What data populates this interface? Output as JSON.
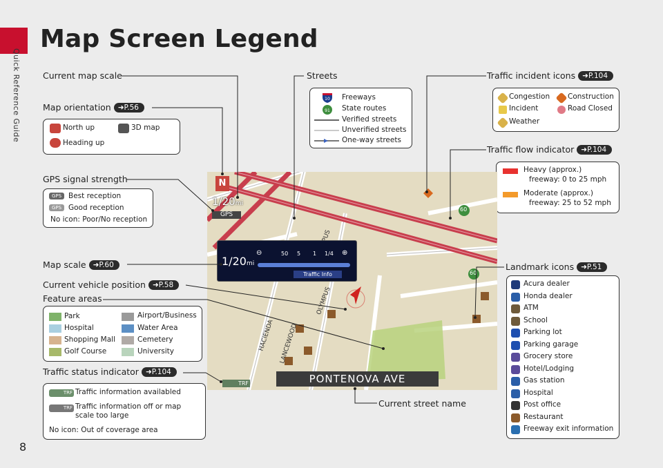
{
  "sidebar": {
    "section_label": "Quick Reference Guide"
  },
  "page_number": "8",
  "title": "Map Screen Legend",
  "callouts": {
    "current_map_scale": "Current map scale",
    "map_orientation": "Map orientation",
    "map_orientation_ref": "P.56",
    "gps_signal": "GPS signal strength",
    "map_scale": "Map scale",
    "map_scale_ref": "P.60",
    "current_vehicle": "Current vehicle position",
    "current_vehicle_ref": "P.58",
    "feature_areas": "Feature areas",
    "traffic_status": "Traffic status indicator",
    "traffic_status_ref": "P.104",
    "streets": "Streets",
    "traffic_incident": "Traffic incident icons",
    "traffic_incident_ref": "P.104",
    "traffic_flow": "Traffic flow indicator",
    "traffic_flow_ref": "P.104",
    "landmark": "Landmark icons",
    "landmark_ref": "P.51",
    "current_street": "Current street name"
  },
  "orientation_box": {
    "north_up": "North up",
    "map_3d": "3D map",
    "heading_up": "Heading up"
  },
  "gps_box": {
    "best": "Best reception",
    "good": "Good reception",
    "none": "No icon: Poor/No reception",
    "badge": "GPS"
  },
  "feature_box": {
    "left": [
      "Park",
      "Hospital",
      "Shopping Mall",
      "Golf Course"
    ],
    "right": [
      "Airport/Business",
      "Water Area",
      "Cemetery",
      "University"
    ],
    "colors_left": [
      "#7fb36a",
      "#a9cfe0",
      "#d6b38f",
      "#a7b96a"
    ],
    "colors_right": [
      "#9a9a9a",
      "#5c8fc4",
      "#b0aaa6",
      "#b9d4bc"
    ]
  },
  "traffic_status_box": {
    "available": "Traffic information availabled",
    "off_line1": "Traffic information off or map",
    "off_line2": "scale too large",
    "none": "No icon: Out of coverage area",
    "badge": "TRF"
  },
  "streets_box": {
    "freeways": "Freeways",
    "state_routes": "State routes",
    "verified": "Verified streets",
    "unverified": "Unverified streets",
    "oneway": "One-way streets",
    "freeway_shield": "10",
    "state_shield": "91"
  },
  "incident_box": {
    "congestion": "Congestion",
    "construction": "Construction",
    "incident": "Incident",
    "road_closed": "Road Closed",
    "weather": "Weather"
  },
  "flow_box": {
    "heavy_1": "Heavy (approx.)",
    "heavy_2": "freeway: 0 to 25 mph",
    "moderate_1": "Moderate (approx.)",
    "moderate_2": "freeway: 25 to 52 mph",
    "heavy_color": "#e8322f",
    "moderate_color": "#f39a2b"
  },
  "landmark_box": {
    "items": [
      "Acura dealer",
      "Honda dealer",
      "ATM",
      "School",
      "Parking lot",
      "Parking garage",
      "Grocery store",
      "Hotel/Lodging",
      "Gas station",
      "Hospital",
      "Post office",
      "Restaurant",
      "Freeway exit information"
    ]
  },
  "map": {
    "scale_main": "1/20",
    "scale_unit": "mi",
    "gps": "GPS",
    "north": "N",
    "inset_scale": "1/20",
    "inset_unit": "mi",
    "zoom_values": [
      "50",
      "5",
      "1",
      "1/4"
    ],
    "traffic_info": "Traffic Info",
    "street_name": "PONTENOVA AVE",
    "street_labels": [
      "HACIENDA",
      "LANCEWOOD",
      "OLYMPUS",
      "PUS"
    ],
    "route_shield": "60",
    "trf": "TRF"
  }
}
